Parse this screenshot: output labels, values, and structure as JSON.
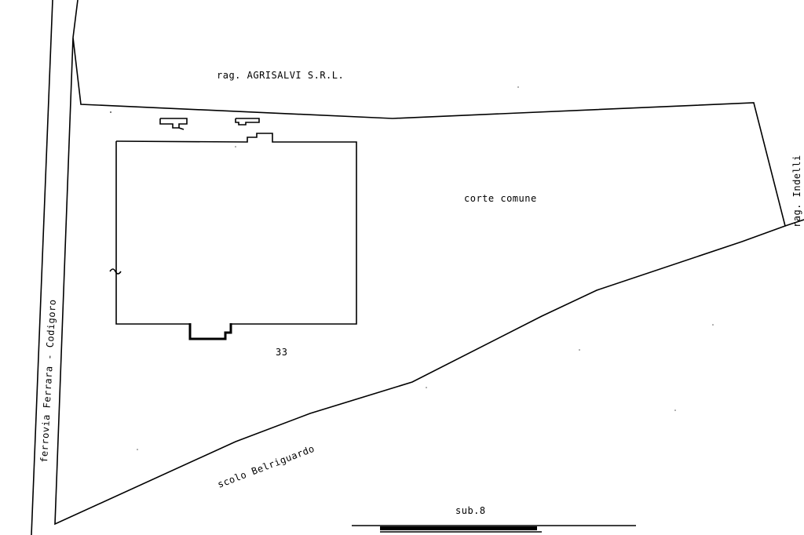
{
  "labels": {
    "north_owner": "rag. AGRISALVI S.R.L.",
    "east_owner": "rag. Indelli",
    "courtyard": "corte comune",
    "parcel_number": "33",
    "railway": "ferrovia Ferrara - Codigoro",
    "canal": "scolo Belriguardo",
    "sub": "sub.8"
  }
}
